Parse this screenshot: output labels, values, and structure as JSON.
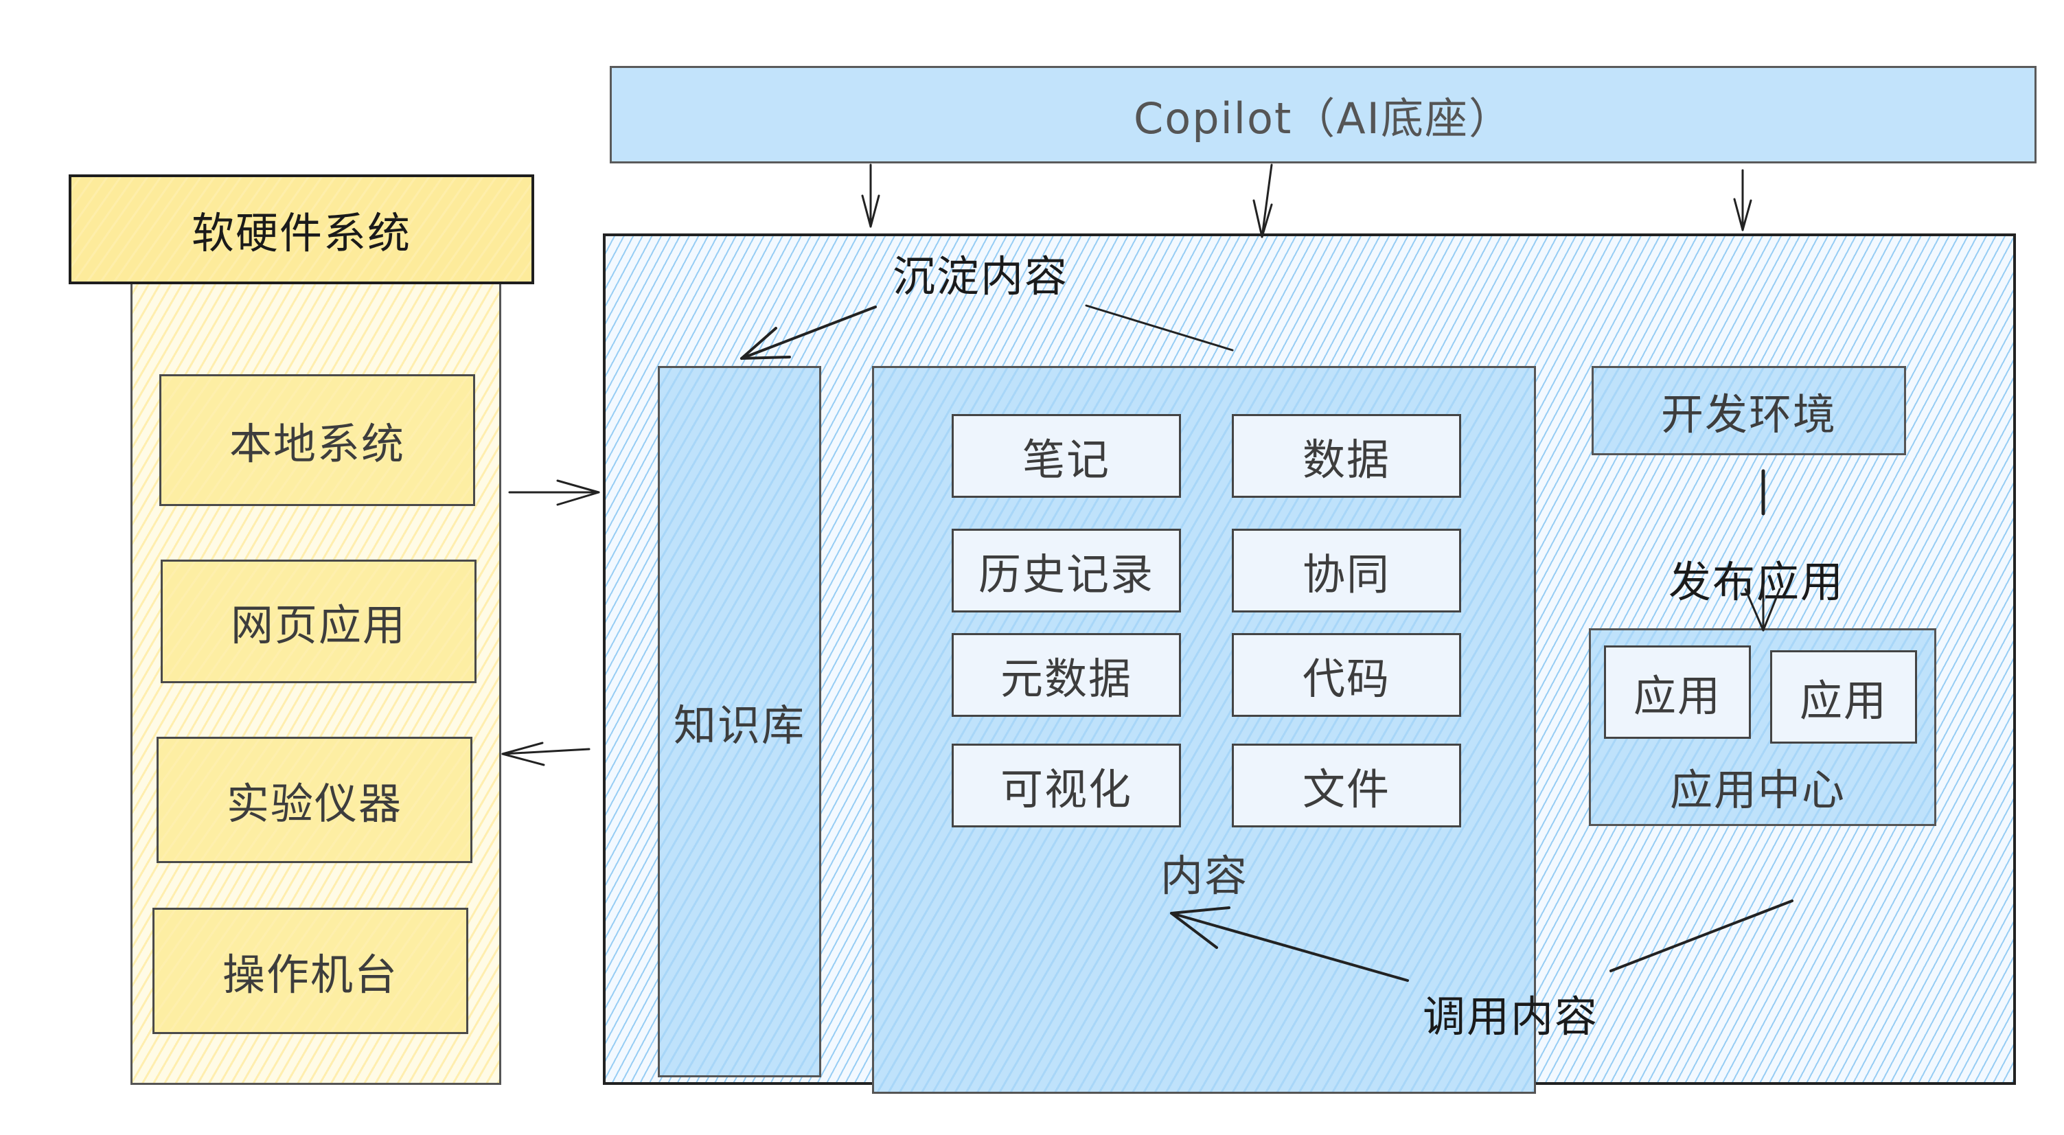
{
  "copilot": {
    "label": "Copilot（AI底座）"
  },
  "hardware_software": {
    "title": "软硬件系统",
    "items": [
      "本地系统",
      "网页应用",
      "实验仪器",
      "操作机台"
    ]
  },
  "platform": {
    "sediment_label": "沉淀内容",
    "knowledge_base": "知识库",
    "content": {
      "title": "内容",
      "items": [
        "笔记",
        "数据",
        "历史记录",
        "协同",
        "元数据",
        "代码",
        "可视化",
        "文件"
      ]
    },
    "dev_env": "开发环境",
    "publish_label": "发布应用",
    "app_center": {
      "title": "应用中心",
      "apps": [
        "应用",
        "应用"
      ]
    },
    "invoke_label": "调用内容"
  },
  "colors": {
    "yellow_fill": "#fdeea3",
    "blue_fill": "#bfe2fb",
    "copilot_fill": "#c2e3fb",
    "stroke": "#444444"
  }
}
